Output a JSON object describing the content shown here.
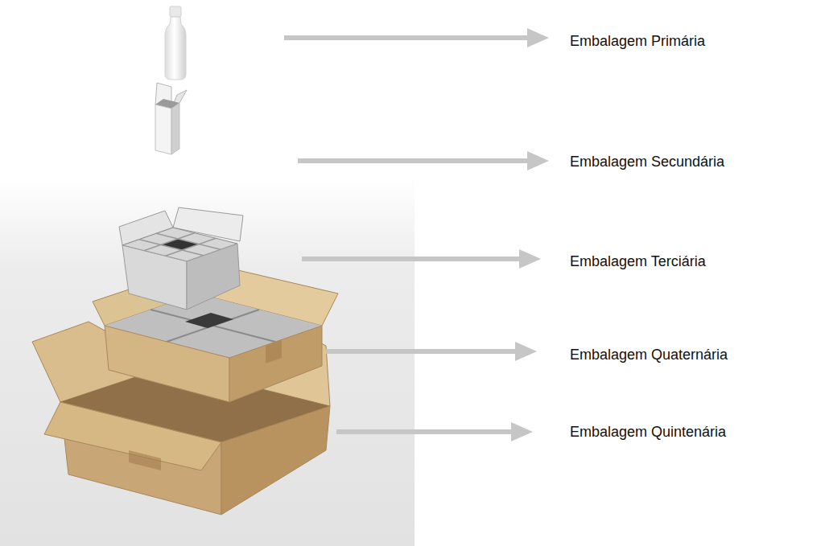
{
  "diagram": {
    "labels": [
      "Embalagem Primária",
      "Embalagem Secundária",
      "Embalagem Terciária",
      "Embalagem Quaternária",
      "Embalagem Quintenária"
    ]
  }
}
